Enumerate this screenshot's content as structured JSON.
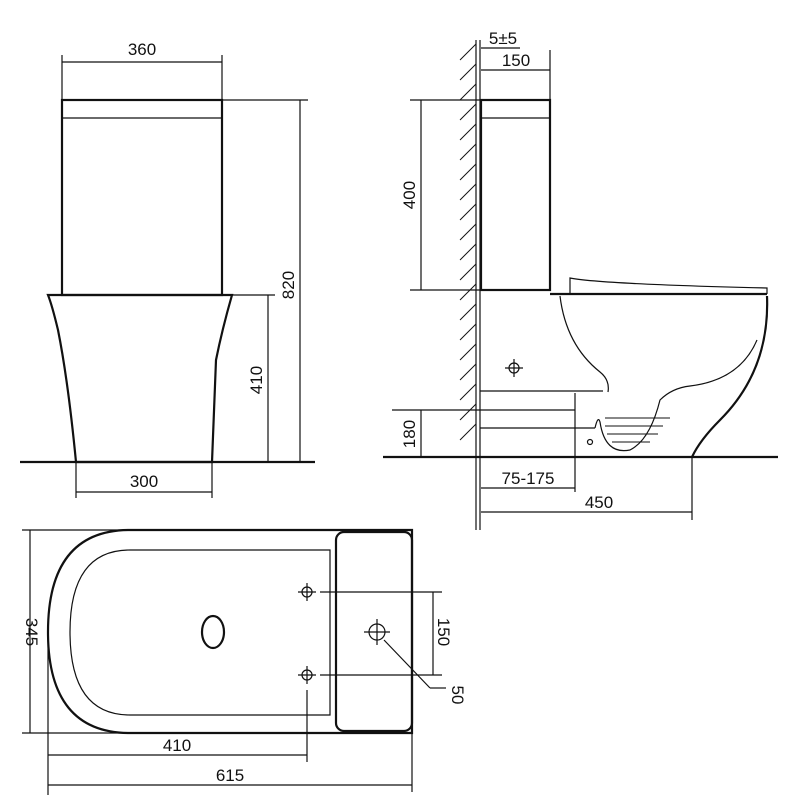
{
  "front_view": {
    "width_top": "360",
    "height_total": "820",
    "height_bowl": "410",
    "width_base": "300"
  },
  "side_view": {
    "wall_gap": "5±5",
    "tank_depth": "150",
    "tank_height": "400",
    "outlet_height": "180",
    "outlet_offset": "75-175",
    "total_depth": "450"
  },
  "top_view": {
    "width": "345",
    "bowl_length": "410",
    "total_length": "615",
    "hole_spacing": "150",
    "hole_diameter": "50"
  },
  "colors": {
    "line": "#111111",
    "background": "#ffffff"
  }
}
